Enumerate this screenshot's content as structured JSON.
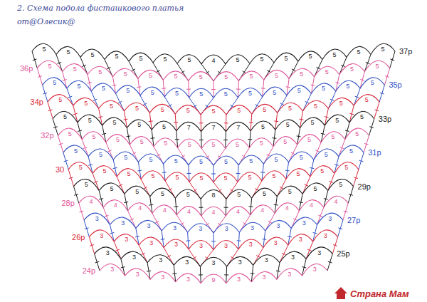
{
  "diagram": {
    "title": "2. Схема подола фисташкового платья",
    "labels": [
      "от@Олесик@",
      "24р",
      "25р",
      "26р",
      "27р",
      "28р",
      "29р",
      "30",
      "31р",
      "32р",
      "33р",
      "34р",
      "35р",
      "36р",
      "37р",
      "Страна Мам",
      "3",
      "3",
      "3",
      "3",
      "9",
      "3",
      "3",
      "3",
      "3",
      "3",
      "3",
      "3",
      "3",
      "3",
      "3",
      "3",
      "3",
      "3",
      "3",
      "3",
      "3",
      "3",
      "3",
      "3",
      "3",
      "3",
      "3",
      "3",
      "3",
      "3",
      "3",
      "3",
      "3",
      "3",
      "3",
      "3",
      "3",
      "3",
      "4",
      "4",
      "4",
      "4",
      "4",
      "4",
      "4",
      "4",
      "4",
      "4",
      "4",
      "5",
      "5",
      "5",
      "5",
      "5",
      "8",
      "5",
      "5",
      "5",
      "5",
      "5",
      "5",
      "5",
      "5",
      "5",
      "5",
      "5",
      "5",
      "5",
      "5",
      "5",
      "5",
      "5",
      "5",
      "5",
      "5",
      "5",
      "5",
      "5",
      "5",
      "5",
      "5",
      "5",
      "5",
      "5",
      "5",
      "5",
      "5",
      "5",
      "5",
      "5",
      "5",
      "5",
      "5",
      "5",
      "5",
      "5",
      "5",
      "5",
      "5",
      "5",
      "5",
      "5",
      "7",
      "7",
      "7",
      "5",
      "5",
      "5",
      "5",
      "5",
      "5",
      "5",
      "5",
      "5",
      "5",
      "5",
      "5",
      "5",
      "5",
      "5",
      "5",
      "5",
      "5",
      "5",
      "5",
      "5",
      "5",
      "5",
      "5",
      "5",
      "5",
      "5",
      "5",
      "5",
      "5",
      "5",
      "5",
      "5",
      "5",
      "5",
      "5",
      "5",
      "5",
      "5",
      "5",
      "5",
      "5",
      "5",
      "5",
      "5",
      "5",
      "5",
      "5",
      "5",
      "5",
      "5",
      "5",
      "5",
      "4",
      "5",
      "5",
      "5",
      "5",
      "5",
      "5",
      "5"
    ]
  }
}
